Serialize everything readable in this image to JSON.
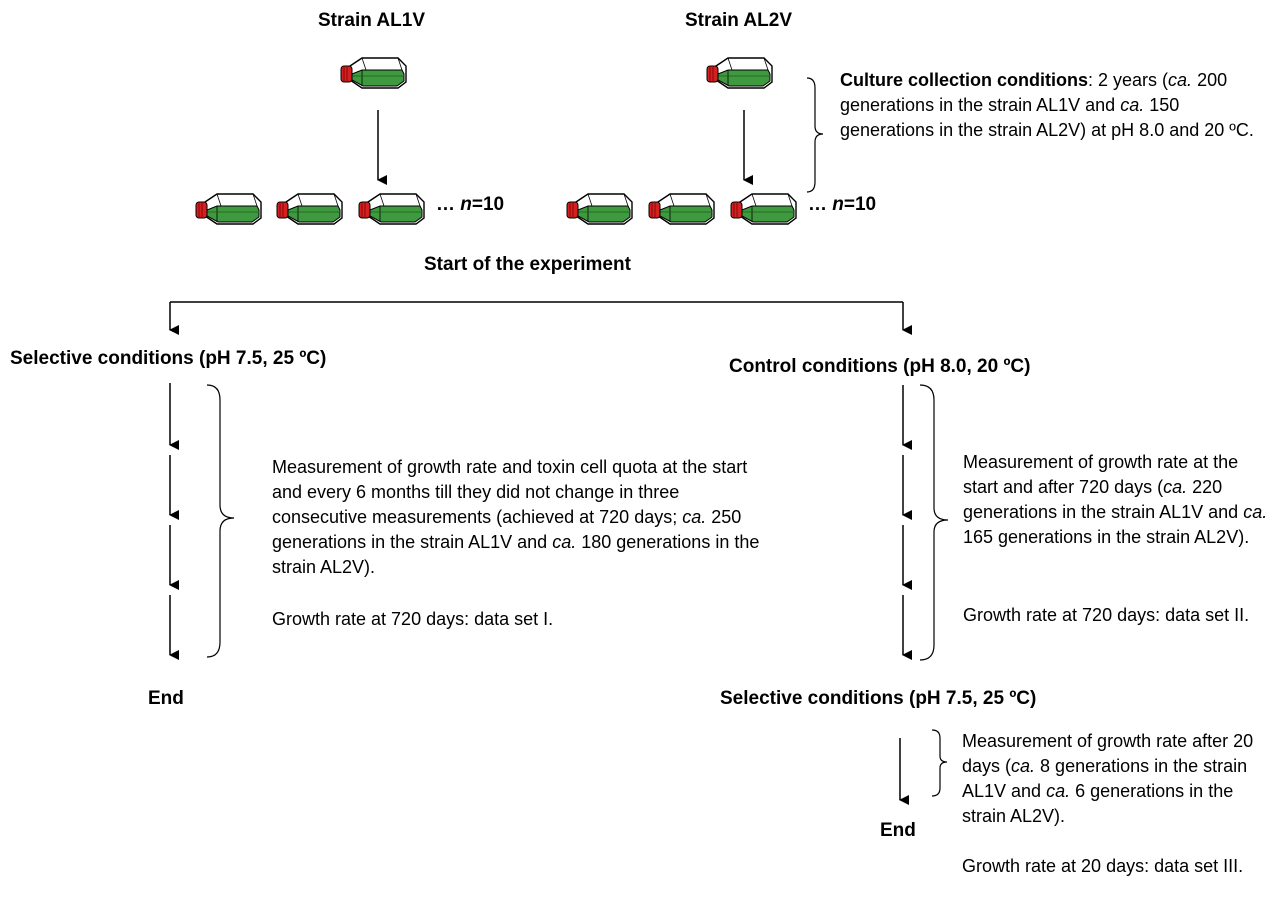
{
  "strains": [
    {
      "name": "Strain AL1V",
      "n_label": "… n=10"
    },
    {
      "name": "Strain AL2V",
      "n_label": "… n=10"
    }
  ],
  "culture_collection": {
    "label": "Culture collection conditions",
    "text": ":  2 years (ca. 200 generations in the strain AL1V and ca. 150 generations in the strain AL2V) at pH 8.0 and 20 ºC."
  },
  "start_label": "Start of the experiment",
  "left_branch": {
    "title": "Selective conditions (pH 7.5, 25 ºC)",
    "description": "Measurement of growth rate and toxin cell quota at the start and every 6 months till they did not change in three consecutive measurements (achieved at 720 days; ca. 250 generations in the strain AL1V and ca. 180 generations in the strain AL2V).",
    "dataset": "Growth rate at 720 days: data set I.",
    "end": "End"
  },
  "right_branch": {
    "title": "Control conditions (pH 8.0, 20 ºC)",
    "description": "Measurement of growth rate at the start and after 720 days (ca. 220 generations in the strain AL1V and ca. 165 generations in the strain AL2V).",
    "dataset": "Growth rate at 720 days: data set II.",
    "second_title": "Selective conditions (pH 7.5, 25 ºC)",
    "second_description": "Measurement of growth rate after 20 days (ca. 8 generations in the strain AL1V and ca. 6 generations in the strain AL2V).",
    "second_dataset": "Growth rate at 20 days: data set III.",
    "end": "End"
  },
  "colors": {
    "flask_body": "#3f9a3f",
    "flask_cap": "#d42020",
    "line": "#000000"
  }
}
